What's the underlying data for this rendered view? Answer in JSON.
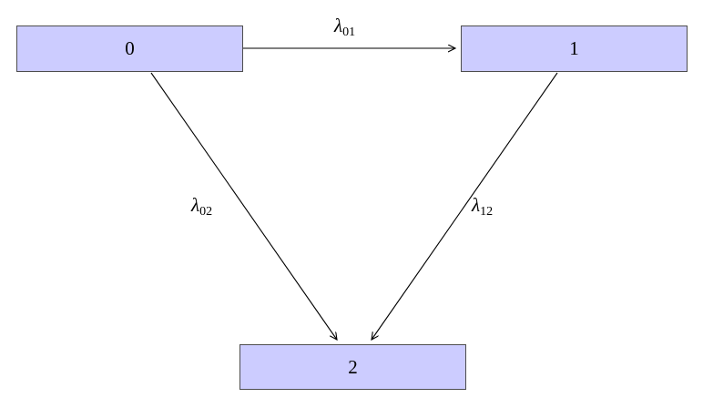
{
  "diagram": {
    "type": "state-transition-diagram",
    "nodes": [
      {
        "id": "state-0",
        "label": "0"
      },
      {
        "id": "state-1",
        "label": "1"
      },
      {
        "id": "state-2",
        "label": "2"
      }
    ],
    "edges": [
      {
        "from": "0",
        "to": "1",
        "symbol": "λ",
        "subscript": "01"
      },
      {
        "from": "0",
        "to": "2",
        "symbol": "λ",
        "subscript": "02"
      },
      {
        "from": "1",
        "to": "2",
        "symbol": "λ",
        "subscript": "12"
      }
    ],
    "colors": {
      "node_fill": "#ccccff",
      "node_border": "#4d4d4d",
      "edge_stroke": "#000000",
      "background": "#ffffff"
    }
  }
}
